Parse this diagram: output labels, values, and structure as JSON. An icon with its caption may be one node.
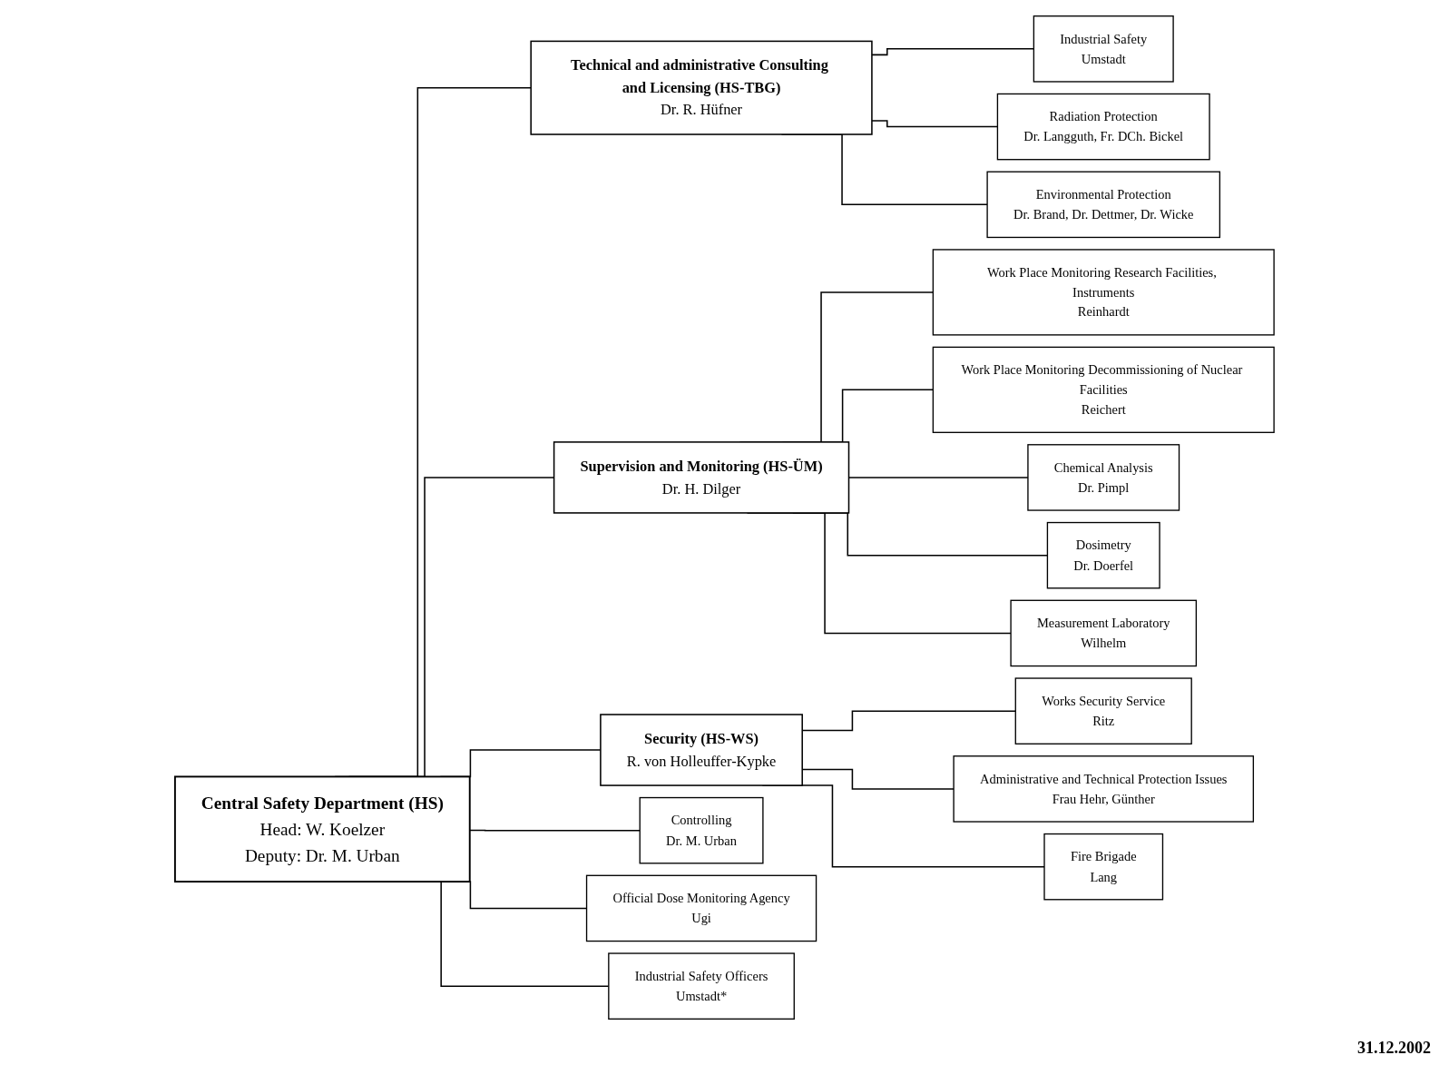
{
  "diagram": {
    "nodes": [
      {
        "text": [
          "Central Safety Department (HS)",
          "Head: W. Koelzer",
          "Deputy: Dr. M. Urban"
        ]
      },
      {
        "text": [
          "Technical and administrative Consulting and Licensing (HS-TBG)",
          "Dr. R. Hüfner"
        ]
      },
      {
        "text": [
          "Supervision and Monitoring (HS-ÜM)",
          "Dr. H. Dilger"
        ]
      },
      {
        "text": [
          "Security (HS-WS)",
          "R. von Holleuffer-Kypke"
        ]
      },
      {
        "text": [
          "Industrial Safety",
          "Umstadt"
        ]
      },
      {
        "text": [
          "Radiation Protection",
          "Dr. Langguth, Fr. DCh. Bickel"
        ]
      },
      {
        "text": [
          "Environmental Protection",
          "Dr. Brand, Dr. Dettmer, Dr. Wicke"
        ]
      },
      {
        "text": [
          "Work Place Monitoring Research Facilities, Instruments",
          "Reinhardt"
        ]
      },
      {
        "text": [
          "Work Place Monitoring Decommissioning of Nuclear Facilities",
          "Reichert"
        ]
      },
      {
        "text": [
          "Chemical Analysis",
          "Dr. Pimpl"
        ]
      },
      {
        "text": [
          "Dosimetry",
          "Dr. Doerfel"
        ]
      },
      {
        "text": [
          "Measurement Laboratory",
          "Wilhelm"
        ]
      },
      {
        "text": [
          "Works Security Service",
          "Ritz"
        ]
      },
      {
        "text": [
          "Administrative and Technical Protection Issues",
          "Frau Hehr, Günther"
        ]
      },
      {
        "text": [
          "Fire Brigade",
          "Lang"
        ]
      },
      {
        "text": [
          "Controlling",
          "Dr. M. Urban"
        ]
      },
      {
        "text": [
          "Official Dose Monitoring Agency",
          "Ugi"
        ]
      },
      {
        "text": [
          "Industrial Safety Officers",
          "Umstadt*"
        ]
      }
    ],
    "edges": [
      {
        "from": 0,
        "to": 1,
        "arrow": "none"
      },
      {
        "from": 0,
        "to": 2,
        "arrow": "none"
      },
      {
        "from": 0,
        "to": 3,
        "arrow": "none"
      },
      {
        "from": 0,
        "to": 15,
        "arrow": "none"
      },
      {
        "from": 0,
        "to": 16,
        "arrow": "none"
      },
      {
        "from": 0,
        "to": 17,
        "arrow": "none"
      },
      {
        "from": 1,
        "to": 4,
        "arrow": "none"
      },
      {
        "from": 1,
        "to": 5,
        "arrow": "none"
      },
      {
        "from": 1,
        "to": 6,
        "arrow": "none"
      },
      {
        "from": 2,
        "to": 7,
        "arrow": "none"
      },
      {
        "from": 2,
        "to": 8,
        "arrow": "none"
      },
      {
        "from": 2,
        "to": 9,
        "arrow": "none"
      },
      {
        "from": 2,
        "to": 10,
        "arrow": "none"
      },
      {
        "from": 2,
        "to": 11,
        "arrow": "none"
      },
      {
        "from": 3,
        "to": 12,
        "arrow": "none"
      },
      {
        "from": 3,
        "to": 13,
        "arrow": "none"
      },
      {
        "from": 3,
        "to": 14,
        "arrow": "none"
      }
    ],
    "labels": [
      "31.12.2002"
    ]
  }
}
